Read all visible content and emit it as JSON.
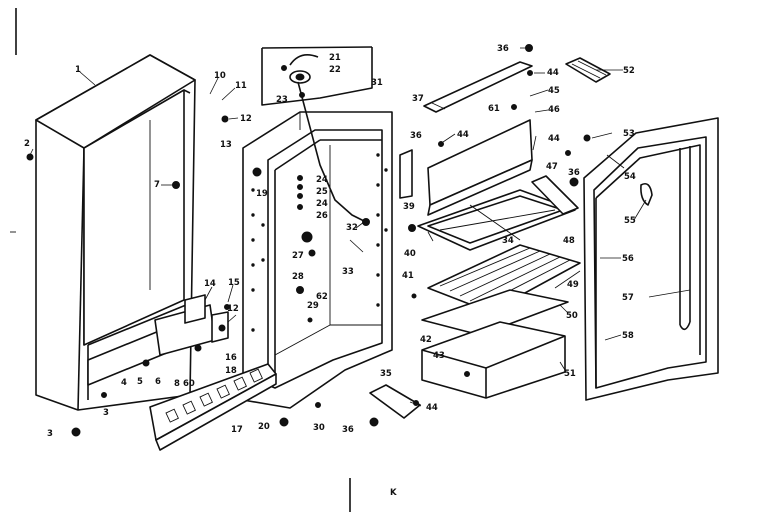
{
  "diagram": {
    "type": "exploded parts view",
    "colors": {
      "ink": "#111111",
      "paper": "#ffffff"
    },
    "bottom_mark": "K",
    "callouts": [
      {
        "id": "c1",
        "text": "1"
      },
      {
        "id": "c2",
        "text": "2"
      },
      {
        "id": "c3",
        "text": "3"
      },
      {
        "id": "c3b",
        "text": "3"
      },
      {
        "id": "c4",
        "text": "4"
      },
      {
        "id": "c5",
        "text": "5"
      },
      {
        "id": "c6",
        "text": "6"
      },
      {
        "id": "c7",
        "text": "7"
      },
      {
        "id": "c8",
        "text": "8"
      },
      {
        "id": "c60",
        "text": "60"
      },
      {
        "id": "c10",
        "text": "10"
      },
      {
        "id": "c11",
        "text": "11"
      },
      {
        "id": "c12",
        "text": "12"
      },
      {
        "id": "c12b",
        "text": "12"
      },
      {
        "id": "c13",
        "text": "13"
      },
      {
        "id": "c14",
        "text": "14"
      },
      {
        "id": "c15",
        "text": "15"
      },
      {
        "id": "c16",
        "text": "16"
      },
      {
        "id": "c17",
        "text": "17"
      },
      {
        "id": "c18",
        "text": "18"
      },
      {
        "id": "c19",
        "text": "19"
      },
      {
        "id": "c20",
        "text": "20"
      },
      {
        "id": "c21",
        "text": "21"
      },
      {
        "id": "c22",
        "text": "22"
      },
      {
        "id": "c23",
        "text": "23"
      },
      {
        "id": "c24",
        "text": "24"
      },
      {
        "id": "c24b",
        "text": "24"
      },
      {
        "id": "c25",
        "text": "25"
      },
      {
        "id": "c26",
        "text": "26"
      },
      {
        "id": "c27",
        "text": "27"
      },
      {
        "id": "c28",
        "text": "28"
      },
      {
        "id": "c29",
        "text": "29"
      },
      {
        "id": "c30",
        "text": "30"
      },
      {
        "id": "c31",
        "text": "31"
      },
      {
        "id": "c32",
        "text": "32"
      },
      {
        "id": "c33",
        "text": "33"
      },
      {
        "id": "c34",
        "text": "34"
      },
      {
        "id": "c35",
        "text": "35"
      },
      {
        "id": "c36",
        "text": "36"
      },
      {
        "id": "c36b",
        "text": "36"
      },
      {
        "id": "c36c",
        "text": "36"
      },
      {
        "id": "c36d",
        "text": "36"
      },
      {
        "id": "c37",
        "text": "37"
      },
      {
        "id": "c39",
        "text": "39"
      },
      {
        "id": "c40",
        "text": "40"
      },
      {
        "id": "c41",
        "text": "41"
      },
      {
        "id": "c42",
        "text": "42"
      },
      {
        "id": "c43",
        "text": "43"
      },
      {
        "id": "c44",
        "text": "44"
      },
      {
        "id": "c44b",
        "text": "44"
      },
      {
        "id": "c44c",
        "text": "44"
      },
      {
        "id": "c44d",
        "text": "44"
      },
      {
        "id": "c45",
        "text": "45"
      },
      {
        "id": "c46",
        "text": "46"
      },
      {
        "id": "c47",
        "text": "47"
      },
      {
        "id": "c48",
        "text": "48"
      },
      {
        "id": "c49",
        "text": "49"
      },
      {
        "id": "c50",
        "text": "50"
      },
      {
        "id": "c51",
        "text": "51"
      },
      {
        "id": "c52",
        "text": "52"
      },
      {
        "id": "c53",
        "text": "53"
      },
      {
        "id": "c54",
        "text": "54"
      },
      {
        "id": "c55",
        "text": "55"
      },
      {
        "id": "c56",
        "text": "56"
      },
      {
        "id": "c57",
        "text": "57"
      },
      {
        "id": "c58",
        "text": "58"
      },
      {
        "id": "c61",
        "text": "61"
      },
      {
        "id": "c62",
        "text": "62"
      }
    ]
  }
}
